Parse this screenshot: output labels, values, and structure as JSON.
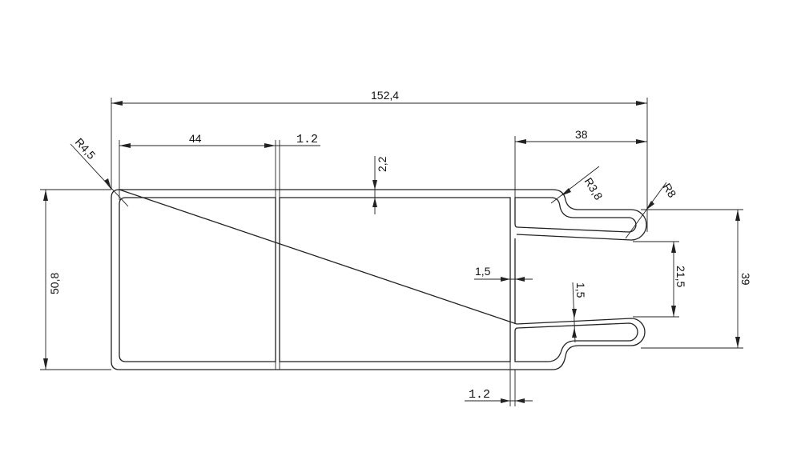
{
  "drawing": {
    "dimensions": {
      "overall_width": "152,4",
      "left_cell_width": "44",
      "center_wall_top": "1.2",
      "top_wall": "2,2",
      "right_flange_width": "38",
      "flange_inner_radius": "R3,8",
      "flange_end_radius": "R8",
      "corner_radius": "R4,5",
      "overall_height": "50,8",
      "right_wall": "1,5",
      "slot_gap": "21,5",
      "flange_span": "39",
      "flange_thickness": "1,5",
      "right_wall_bottom": "1.2"
    },
    "line_color": "#222222",
    "background": "#ffffff"
  }
}
